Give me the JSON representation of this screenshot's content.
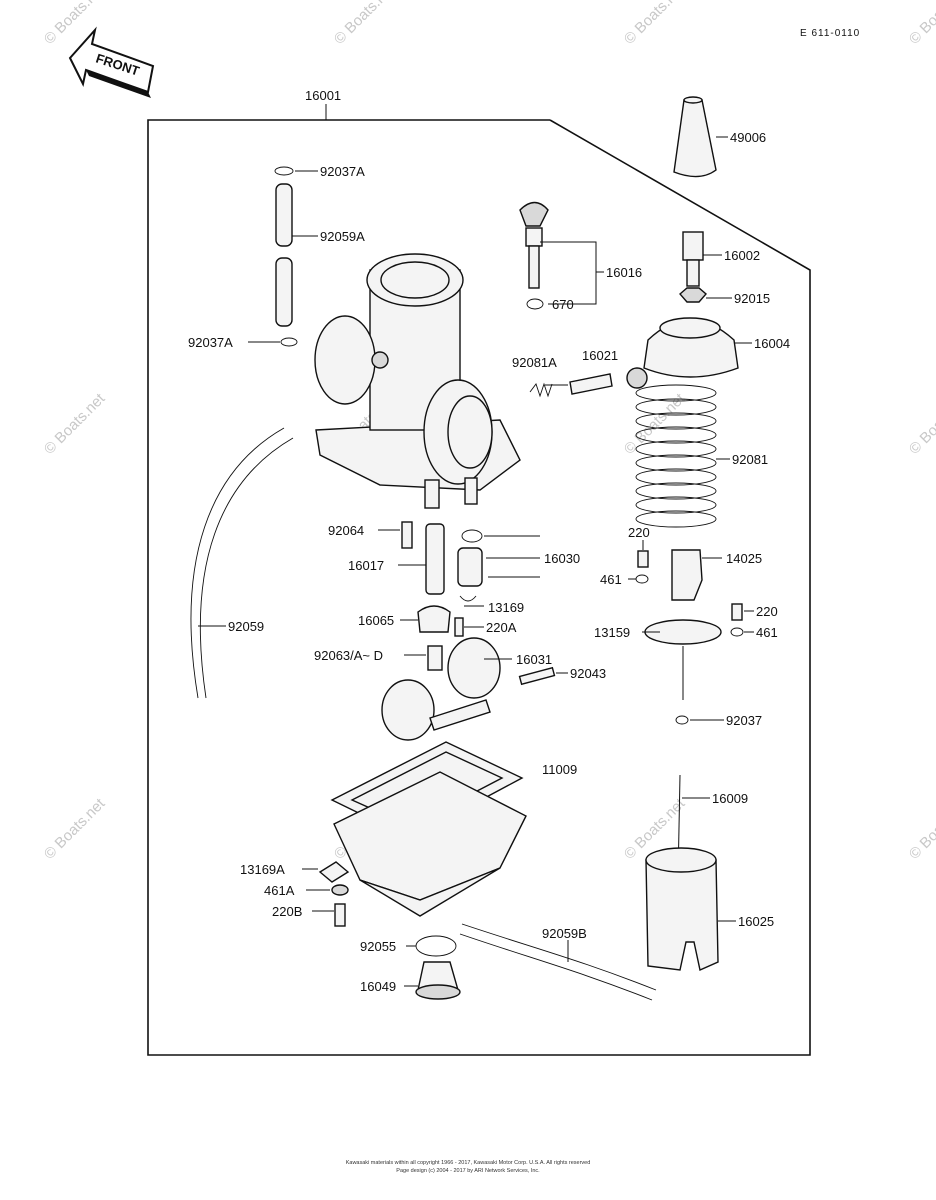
{
  "header": {
    "ref_code": "E 611-0110",
    "front_label": "FRONT"
  },
  "watermark": {
    "text": "© Boats.net"
  },
  "callouts": {
    "c16001": "16001",
    "c49006": "49006",
    "c92037A_top": "92037A",
    "c92059A": "92059A",
    "c16016": "16016",
    "c670": "670",
    "c16002": "16002",
    "c92015": "92015",
    "c92037A_low": "92037A",
    "c16004": "16004",
    "c92081A": "92081A",
    "c16021": "16021",
    "c92081": "92081",
    "c92064": "92064",
    "c16030": "16030",
    "c220_a": "220",
    "c14025": "14025",
    "c16017": "16017",
    "c461_a": "461",
    "c13169": "13169",
    "c220_b": "220",
    "c92059": "92059",
    "c16065": "16065",
    "c220A": "220A",
    "c13159": "13159",
    "c461_b": "461",
    "c92063": "92063/A~ D",
    "c16031": "16031",
    "c92043": "92043",
    "c92037": "92037",
    "c11009": "11009",
    "c16009": "16009",
    "c13169A": "13169A",
    "c461A": "461A",
    "c220B": "220B",
    "c16025": "16025",
    "c92055": "92055",
    "c92059B": "92059B",
    "c16049": "16049"
  },
  "footer": {
    "line1": "Kawasaki materials within all copyright 1966 - 2017, Kawasaki Motor Corp. U.S.A.  All rights reserved",
    "line2": "Page design (c) 2004 - 2017 by ARI Network Services, Inc."
  }
}
